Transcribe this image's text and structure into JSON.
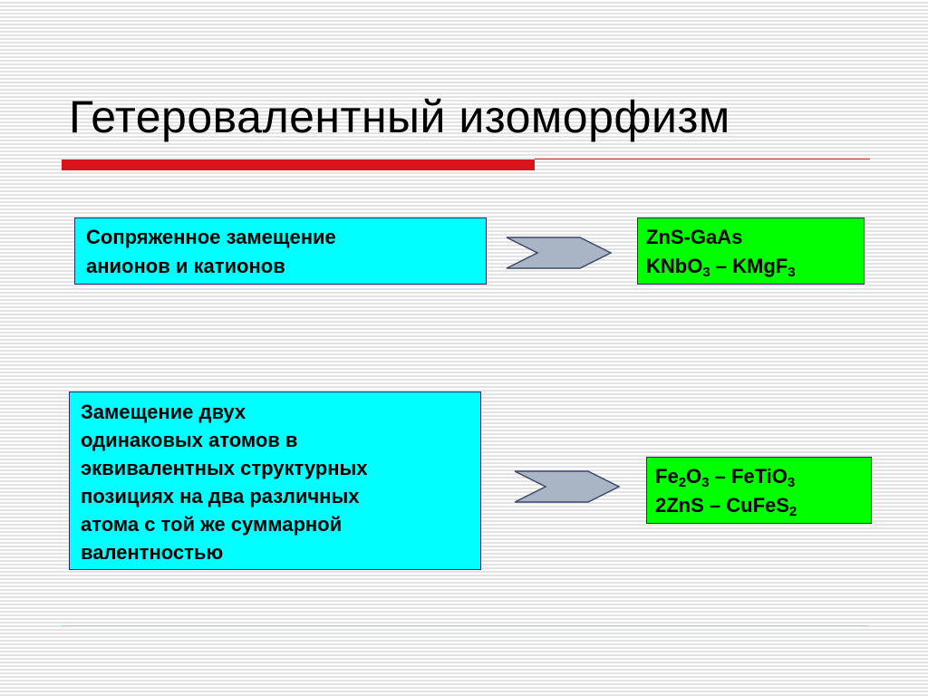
{
  "title": "Гетеровалентный изоморфизм",
  "row1": {
    "description": [
      "Сопряженное замещение",
      "анионов и катионов"
    ],
    "examples": [
      {
        "parts": [
          {
            "t": "ZnS-GaAs",
            "sub": ""
          }
        ]
      },
      {
        "parts": [
          {
            "t": "KNbO",
            "sub": "3"
          },
          {
            "t": " – KMgF",
            "sub": "3"
          }
        ]
      }
    ]
  },
  "row2": {
    "description": [
      "Замещение двух",
      "одинаковых атомов в",
      "эквивалентных структурных",
      "позициях на два различных",
      "атома с той же суммарной",
      "валентностью"
    ],
    "examples": [
      {
        "parts": [
          {
            "t": "Fe",
            "sub": "2"
          },
          {
            "t": "O",
            "sub": "3"
          },
          {
            "t": " – FeTiO",
            "sub": "3"
          }
        ]
      },
      {
        "parts": [
          {
            "t": "2ZnS – CuFeS",
            "sub": "2"
          }
        ]
      }
    ]
  },
  "colors": {
    "description_box": "#00ffff",
    "example_box": "#00ff00",
    "accent": "#d8141c",
    "arrow_fill": "#a9b4c4"
  }
}
